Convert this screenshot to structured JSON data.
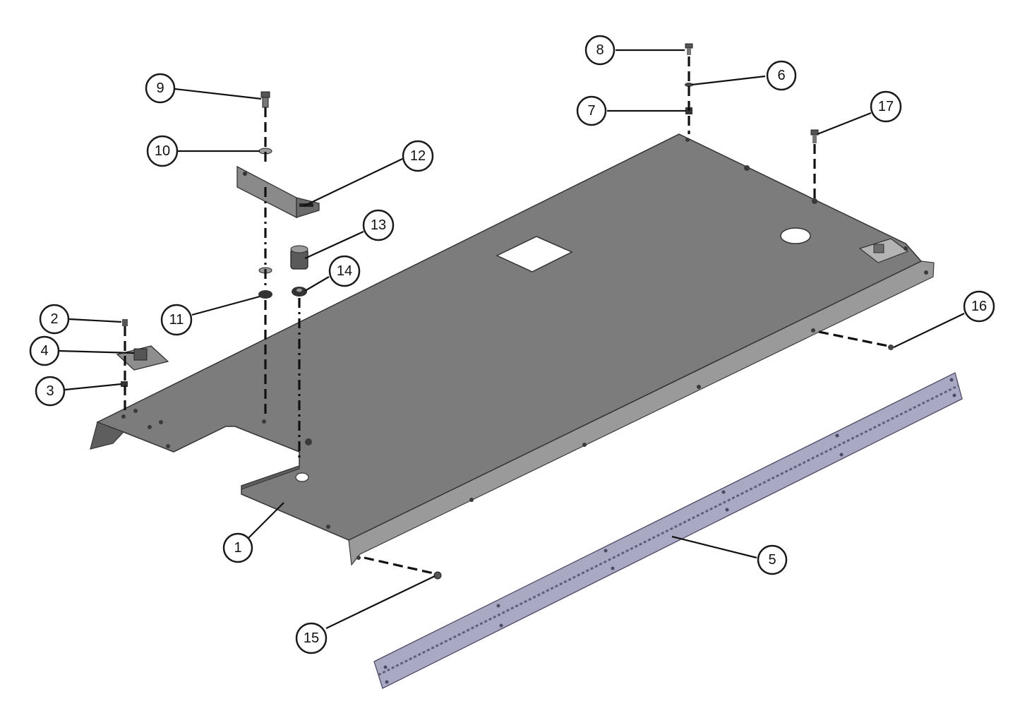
{
  "callouts": [
    {
      "label": "1"
    },
    {
      "label": "2"
    },
    {
      "label": "3"
    },
    {
      "label": "4"
    },
    {
      "label": "5"
    },
    {
      "label": "6"
    },
    {
      "label": "7"
    },
    {
      "label": "8"
    },
    {
      "label": "9"
    },
    {
      "label": "10"
    },
    {
      "label": "11"
    },
    {
      "label": "12"
    },
    {
      "label": "13"
    },
    {
      "label": "14"
    },
    {
      "label": "15"
    },
    {
      "label": "16"
    },
    {
      "label": "17"
    }
  ],
  "colors": {
    "panel_top": "#7c7c7c",
    "panel_edge": "#5e5e5e",
    "panel_flange": "#9a9a9a",
    "hinge": "#a9a9c4",
    "hinge_dark": "#7f7f9c",
    "hardware": "#4a4a4a"
  }
}
